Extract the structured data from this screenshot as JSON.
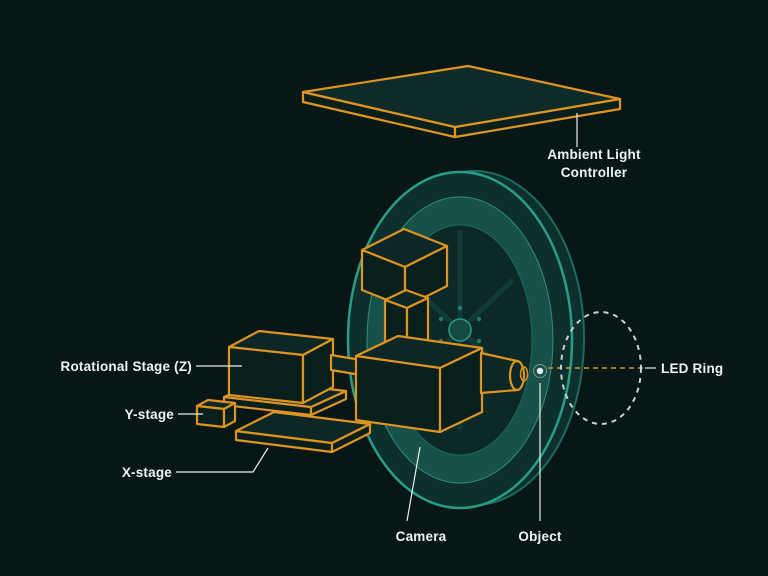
{
  "diagram": {
    "type": "hardware-setup-schematic",
    "description_visible": false
  },
  "labels": {
    "ambient": {
      "line1": "Ambient Light",
      "line2": "Controller"
    },
    "led_ring": "LED Ring",
    "rotational_stage": "Rotational Stage (Z)",
    "y_stage": "Y-stage",
    "x_stage": "X-stage",
    "camera": "Camera",
    "object": "Object"
  },
  "icons": {
    "ambient_panel": "flat-panel-isometric",
    "main_ring": "large-teal-ring-with-spoked-hub",
    "led_ring": "dashed-circle",
    "object_marker": "small-dot"
  },
  "colors": {
    "background": "#071718",
    "component_outline_orange": "#dd9420",
    "component_fill": "#0d2726",
    "ring_outline": "#2a9d87",
    "ring_band": "#175149",
    "ring_dark": "#0d302e",
    "led_ring_dashed": "#c9d4d1",
    "label_text": "#eef4f2",
    "leader_line": "#e9efee"
  }
}
